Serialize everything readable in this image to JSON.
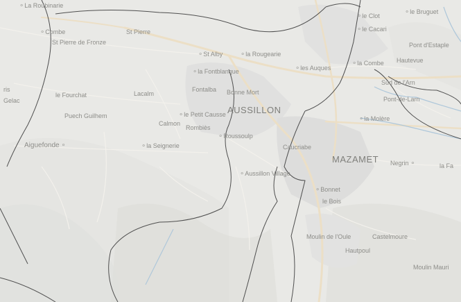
{
  "map": {
    "colors": {
      "background": "#e9e9e6",
      "terrain_shade": "#dcdcd7",
      "urban": "#dedede",
      "road_major": "#ecdfc6",
      "road_minor": "#f3f1ec",
      "border": "#4e4e4e",
      "river": "#aec7da",
      "label": "#8d8d89"
    },
    "labels": {
      "la_roubinarie": "La Roubinarie",
      "combe": "Combe",
      "st_pierre": "St Pierre",
      "st_pierre_de_fronze": "St Pierre de Fronze",
      "st_alby": "St Alby",
      "la_rougearie": "la Rougearie",
      "la_fontblanque": "la Fontblanque",
      "les_auques": "les Auques",
      "la_combe": "la Combe",
      "hautevue": "Hautevue",
      "le_fourchat": "le Fourchat",
      "lacalm": "Lacalm",
      "fontalba": "Fontalba",
      "bonne_mort": "Bonne Mort",
      "aussillon": "AUSSILLON",
      "puech_guilhem": "Puech Guilhem",
      "le_petit_causse": "le Petit Causse",
      "calmon": "Calmon",
      "rombies": "Rombiès",
      "la_molere": "la Molère",
      "aiguefonde": "Aiguefonde",
      "la_seignerie": "la Seignerie",
      "roussoulp": "Roussoulp",
      "caucriabe": "Caucriabe",
      "mazamet": "MAZAMET",
      "negrin": "Negrin",
      "la_fa": "la Fa",
      "aussillon_village": "Aussillon Village",
      "bonnet": "Bonnet",
      "le_bois": "le Bois",
      "moulin_de_l_oule": "Moulin de l'Oule",
      "castelmoure": "Castelmoure",
      "hautpoul": "Hautpoul",
      "moulin_mauri": "Moulin Mauri",
      "le_bruguet": "le Bruguet",
      "le_clot": "le Clot",
      "le_cacari": "le Cacari",
      "pont_d_estaple": "Pont d'Estaple",
      "sud_de_l_arn": "Sud de l'Arn",
      "pont_de_larn": "Pont-de-Larn",
      "gelac": "Gelac",
      "ris": "ris"
    }
  }
}
